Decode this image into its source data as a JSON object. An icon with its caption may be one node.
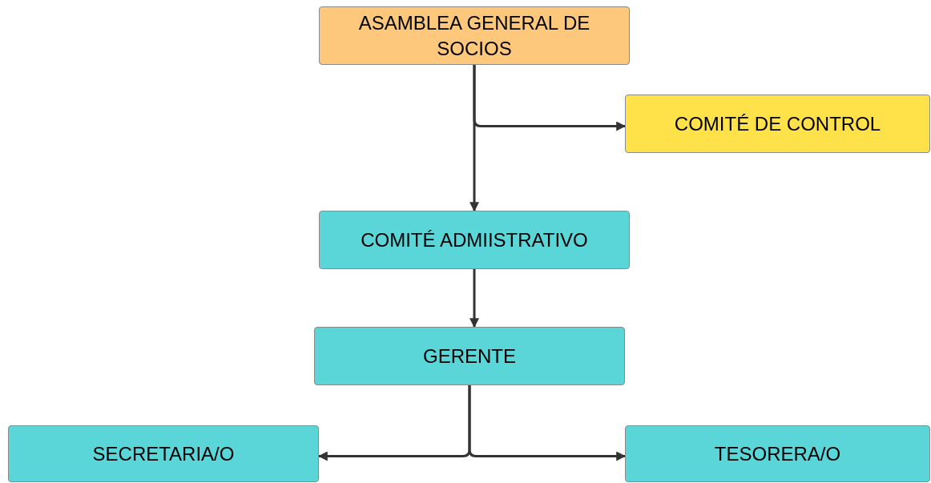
{
  "diagram": {
    "nodes": [
      {
        "text": [
          "ASAMBLEA GENERAL DE SOCIOS"
        ]
      },
      {
        "text": [
          "COMITÉ DE CONTROL"
        ]
      },
      {
        "text": [
          "COMITÉ ADMIISTRATIVO"
        ]
      },
      {
        "text": [
          "GERENTE"
        ]
      },
      {
        "text": [
          "SECRETARIA/O"
        ]
      },
      {
        "text": [
          "TESORERA/O"
        ]
      }
    ],
    "edges": [
      {
        "from": 0,
        "to": 1,
        "arrow": "to"
      },
      {
        "from": 0,
        "to": 2,
        "arrow": "to"
      },
      {
        "from": 2,
        "to": 3,
        "arrow": "to"
      },
      {
        "from": 3,
        "to": 4,
        "arrow": "to"
      },
      {
        "from": 3,
        "to": 5,
        "arrow": "to"
      }
    ]
  }
}
